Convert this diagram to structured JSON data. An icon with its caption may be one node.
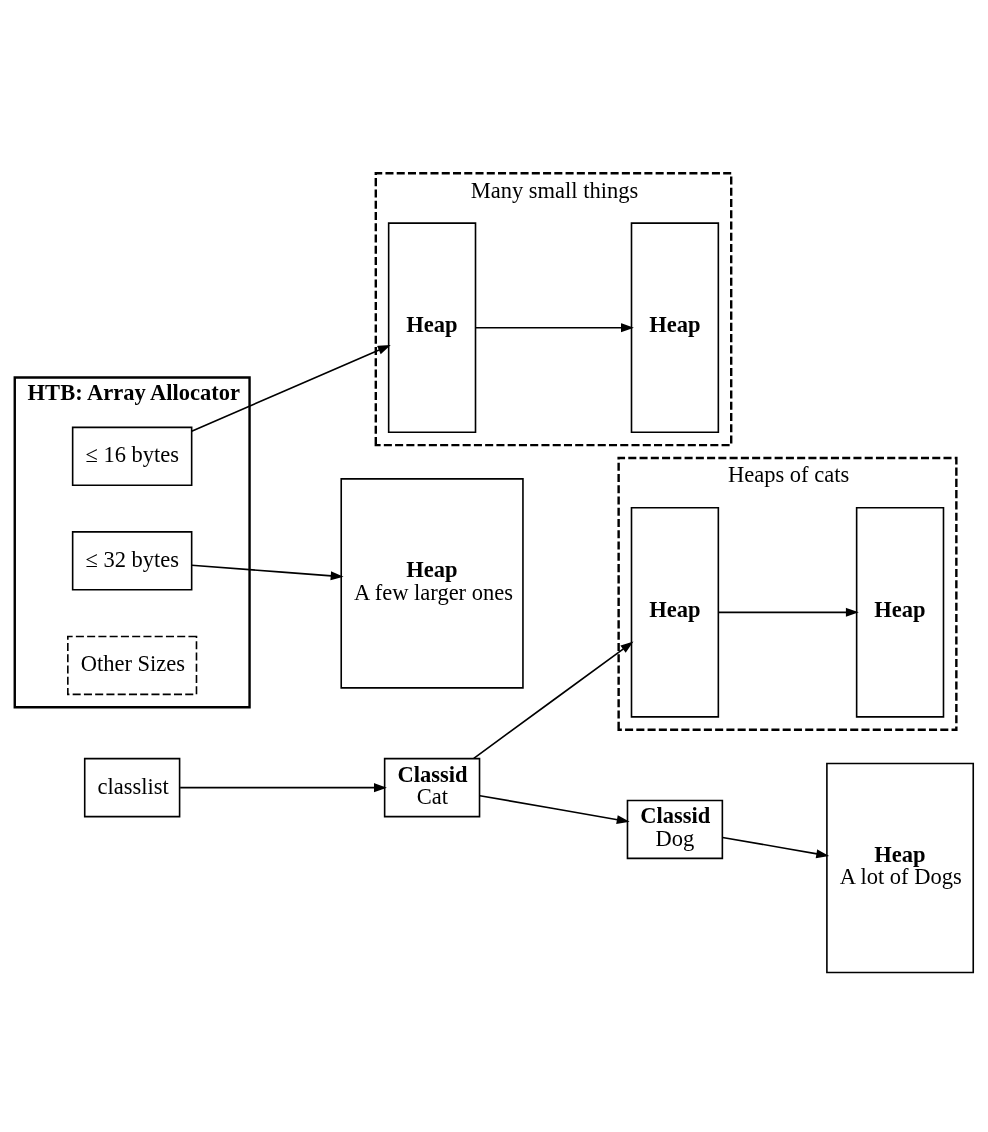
{
  "diagram": {
    "nodes": [
      {
        "text": [
          "classlist"
        ]
      },
      {
        "text": [
          "Classid",
          "Cat"
        ]
      },
      {
        "text": [
          "Classid",
          "Dog"
        ]
      },
      {
        "text": [
          "Heaps of cats"
        ]
      },
      {
        "text": [
          "Heap"
        ],
        "in": 3
      },
      {
        "text": [
          "Heap"
        ],
        "in": 3
      },
      {
        "text": [
          "Heap",
          "A lot of Dogs"
        ]
      },
      {
        "text": [
          "HTB: Array Allocator"
        ]
      },
      {
        "text": [
          "≤ 16 bytes"
        ],
        "in": 7
      },
      {
        "text": [
          "≤ 32 bytes"
        ],
        "in": 7
      },
      {
        "text": [
          "Other Sizes"
        ],
        "in": 7
      },
      {
        "text": [
          "Many small things"
        ]
      },
      {
        "text": [
          "Heap"
        ],
        "in": 11
      },
      {
        "text": [
          "Heap"
        ],
        "in": 11
      },
      {
        "text": [
          "Heap",
          "A few larger ones"
        ]
      }
    ],
    "edges": [
      {
        "from": 0,
        "to": 1,
        "arrow": "to"
      },
      {
        "from": 1,
        "to": 2,
        "arrow": "to"
      },
      {
        "from": 1,
        "to": 4,
        "arrow": "to"
      },
      {
        "from": 4,
        "to": 5,
        "arrow": "to"
      },
      {
        "from": 2,
        "to": 6,
        "arrow": "to"
      },
      {
        "from": 8,
        "to": 12,
        "arrow": "to"
      },
      {
        "from": 12,
        "to": 13,
        "arrow": "to"
      },
      {
        "from": 9,
        "to": 14,
        "arrow": "to"
      }
    ]
  }
}
